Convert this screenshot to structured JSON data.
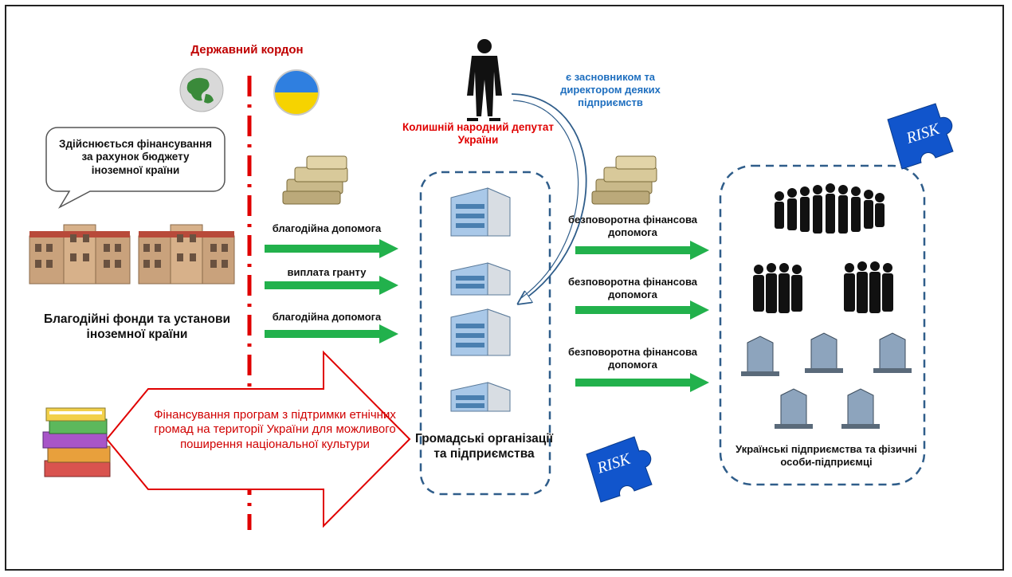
{
  "border_label": "Державний кордон",
  "bubble_text": "Здійснюється фінансування за рахунок бюджету іноземної країни",
  "foundations_label": "Благодійні фонди та установи іноземної країни",
  "left_arrows": [
    "благодійна допомога",
    "виплата гранту",
    "благодійна допомога"
  ],
  "deputy_label": "Колишній народний депутат України",
  "founder_label": "є засновником та директором деяких підприємств",
  "org_label": "Громадські організації та підприємства",
  "right_arrows": [
    "безповоротна фінансова допомога",
    "безповоротна фінансова допомога",
    "безповоротна фінансова допомога"
  ],
  "enterprises_label": "Українські підприємства та фізичні особи-підприємці",
  "big_arrow_text": "Фінансування програм з підтримки етнічних громад на території України для можливого поширення національної культури",
  "risk_label": "RISK",
  "colors": {
    "border_line": "#e00000",
    "green_arrow": "#22b14c",
    "dashed_box": "#2f5d8a",
    "puzzle": "#1155cc"
  },
  "icons": [
    "globe-icon",
    "ukraine-flag-icon",
    "money-stack-icon",
    "businessman-icon",
    "office-building-icon",
    "people-group-icon",
    "books-icon",
    "risk-puzzle-icon"
  ]
}
